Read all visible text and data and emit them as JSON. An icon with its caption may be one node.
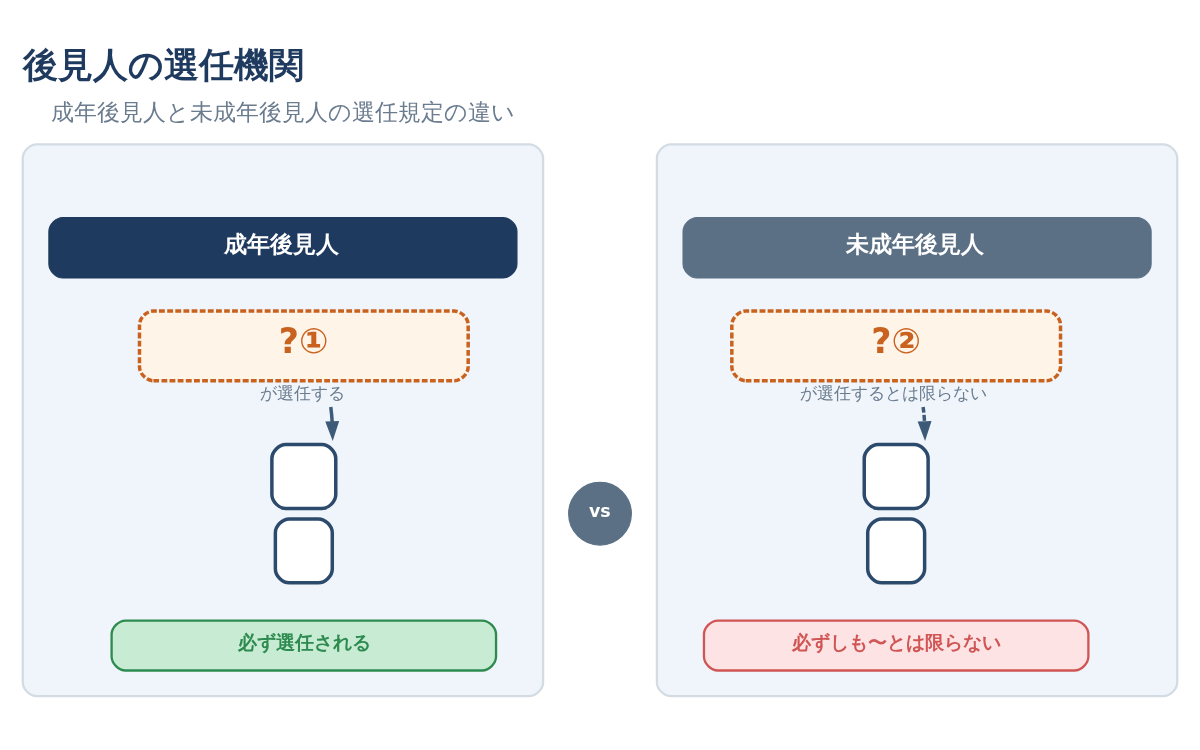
{
  "diagram": {
    "title": "後見人の選任機関",
    "nodes": [
      {
        "text": [],
        "shape": "box"
      },
      {
        "text": [
          "成年後見人"
        ],
        "in": 0
      },
      {
        "text": [
          "?①"
        ],
        "in": 0,
        "beside": [
          "が選任する"
        ]
      },
      {
        "text": [],
        "shape": "person",
        "in": 0
      },
      {
        "text": [
          "必ず選任される"
        ],
        "in": 0
      },
      {
        "text": [
          "vs"
        ]
      },
      {
        "text": [],
        "shape": "box"
      },
      {
        "text": [
          "未成年後見人"
        ],
        "in": 6
      },
      {
        "text": [
          "?②"
        ],
        "in": 6,
        "beside": [
          "が選任するとは限らない"
        ]
      },
      {
        "text": [],
        "shape": "person",
        "in": 6
      },
      {
        "text": [
          "必ずしも〜とは限らない"
        ],
        "in": 6
      }
    ],
    "edges": [
      {
        "from": 2,
        "to": 3,
        "arrow": "to"
      },
      {
        "from": 8,
        "to": 9,
        "arrow": "to",
        "style": "dashed"
      }
    ],
    "labels": [
      "成年後見人と未成年後見人の選任規定の違い"
    ]
  }
}
